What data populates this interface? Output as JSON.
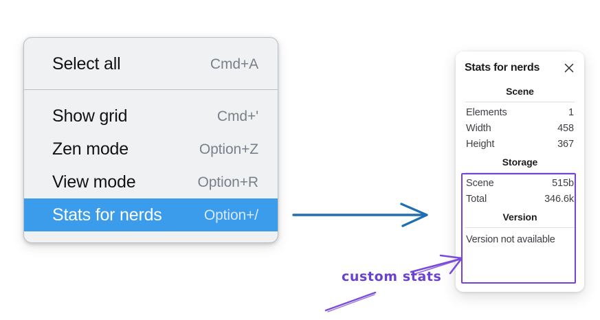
{
  "menu": {
    "sections": [
      {
        "items": [
          {
            "label": "Select all",
            "shortcut": "Cmd+A",
            "selected": false
          }
        ]
      },
      {
        "items": [
          {
            "label": "Show grid",
            "shortcut": "Cmd+'",
            "selected": false
          },
          {
            "label": "Zen mode",
            "shortcut": "Option+Z",
            "selected": false
          },
          {
            "label": "View mode",
            "shortcut": "Option+R",
            "selected": false
          },
          {
            "label": "Stats for nerds",
            "shortcut": "Option+/",
            "selected": true
          }
        ]
      }
    ],
    "selection_color": "#3c9cec",
    "background_color": "#f0f1f3"
  },
  "stats_panel": {
    "title": "Stats for nerds",
    "close_icon": "close-icon",
    "groups": [
      {
        "heading": "Scene",
        "rows": [
          {
            "key": "Elements",
            "value": "1"
          },
          {
            "key": "Width",
            "value": "458"
          },
          {
            "key": "Height",
            "value": "367"
          }
        ]
      },
      {
        "heading": "Storage",
        "rows": [
          {
            "key": "Scene",
            "value": "515b"
          },
          {
            "key": "Total",
            "value": "346.6k"
          }
        ]
      },
      {
        "heading": "Version",
        "note": "Version not available"
      }
    ]
  },
  "annotations": {
    "custom_stats_label": "custom stats",
    "highlight_color": "#7540d8",
    "arrow_color": "#1f6fb2"
  }
}
